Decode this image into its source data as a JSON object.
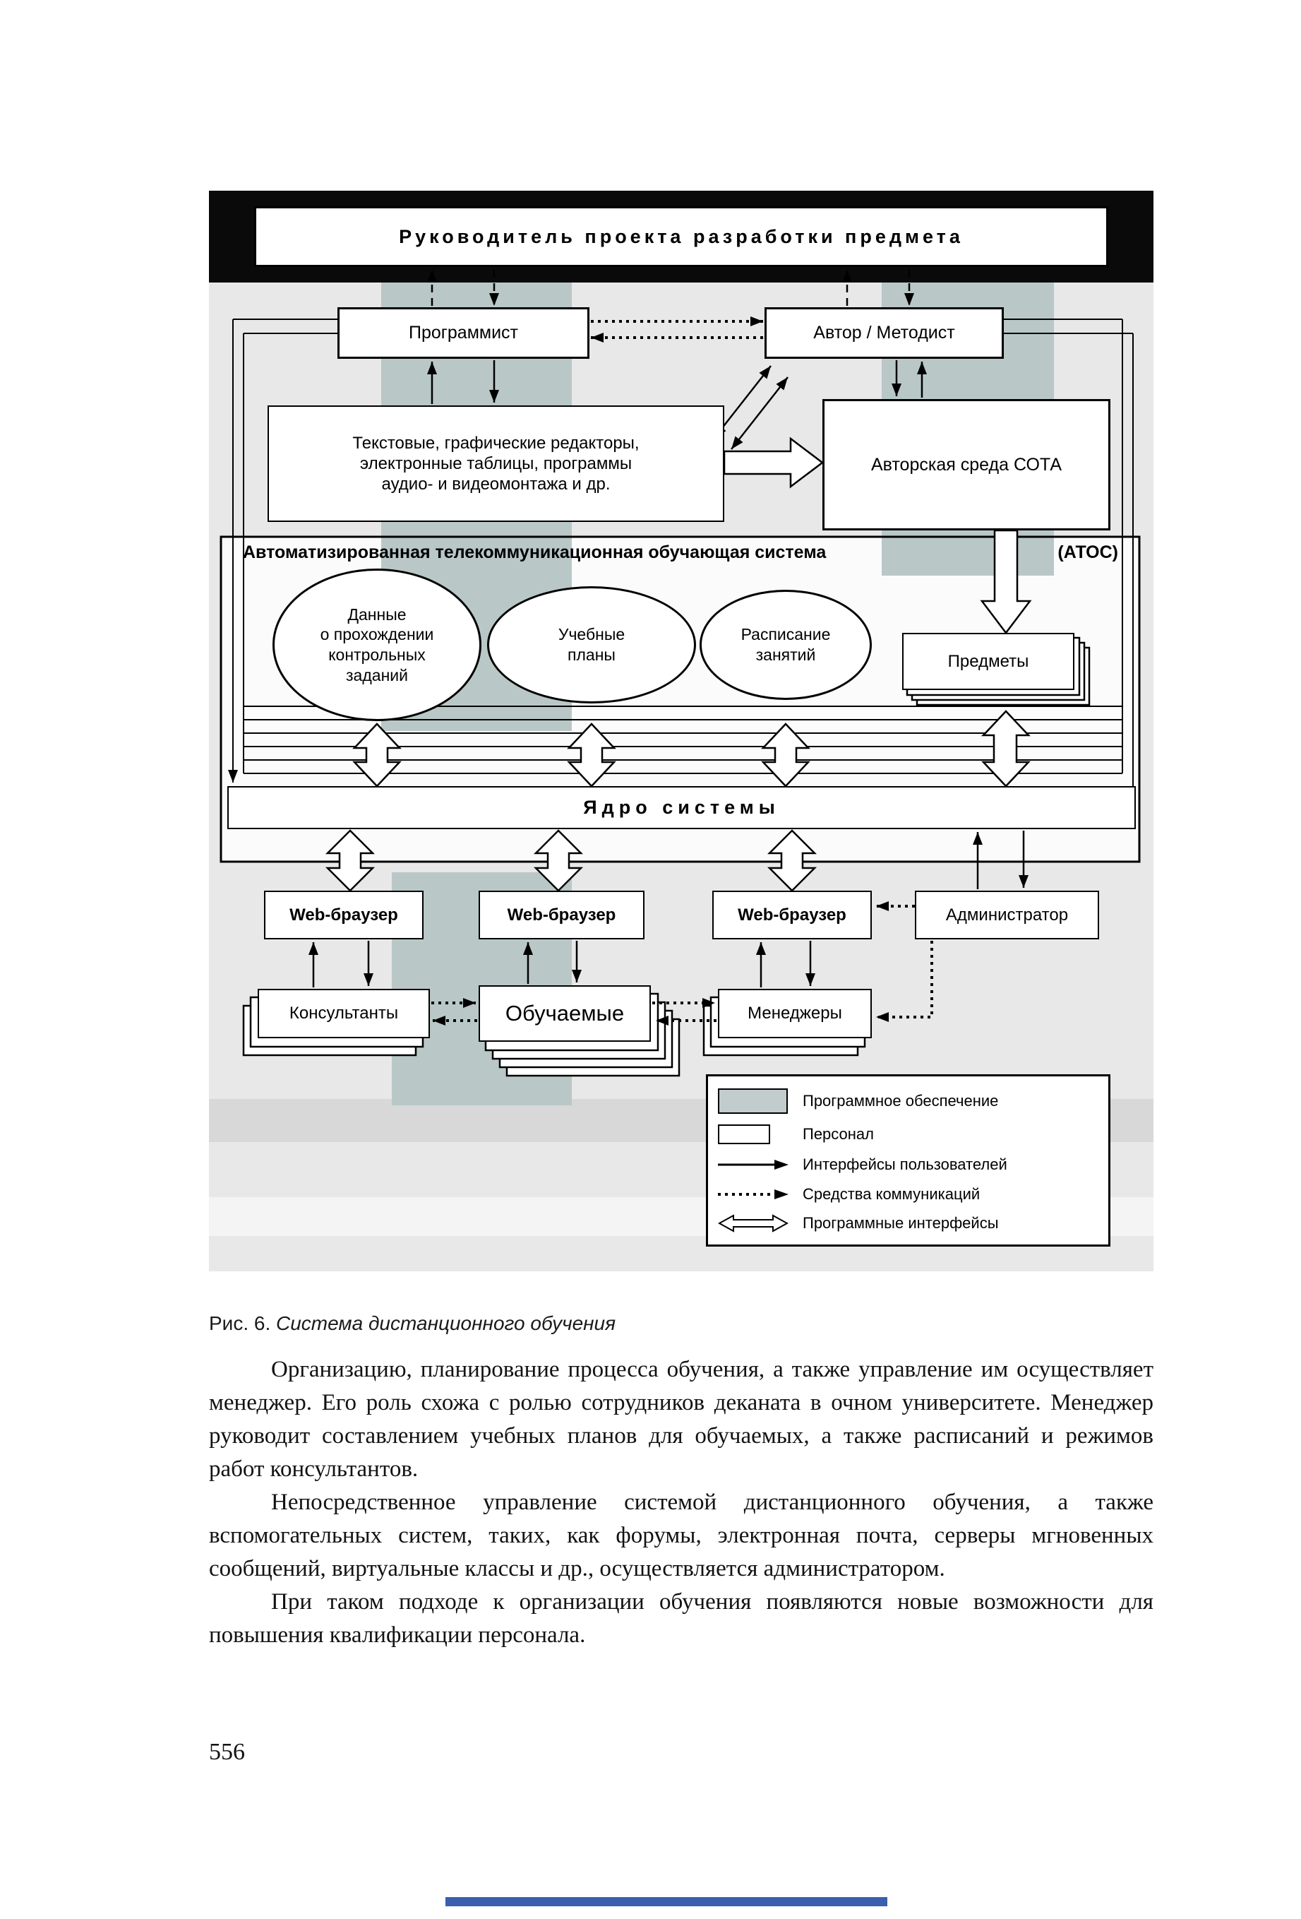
{
  "figure": {
    "caption_label": "Рис. 6.",
    "caption_title": "Система дистанционного обучения"
  },
  "text": {
    "paragraphs": [
      "Организацию, планирование процесса обучения, а также управление им осуществляет менеджер. Его роль схожа с ролью сотрудников деканата в очном университете. Менеджер руководит составлением учебных планов для обучаемых, а также расписаний и режимов работ консультантов.",
      "Непосредственное управление системой дистанционного обучения, а также вспомогательных систем, таких, как форумы, электронная почта, серверы мгновенных сообщений, виртуальные классы и др., осуществляется администратором.",
      "При таком подходе к организации обучения появляются новые возможности для повышения квалификации персонала."
    ],
    "page_number": "556"
  },
  "diagram": {
    "title": "Руководитель проекта разработки предмета",
    "nodes": {
      "programmer": "Программист",
      "author": "Автор / Методист",
      "editors_lines": [
        "Текстовые, графические редакторы,",
        "электронные таблицы, программы",
        "аудио- и видеомонтажа и др."
      ],
      "sota": "Авторская среда  СОТА",
      "atos_title": "Автоматизированная телекоммуникационная обучающая система",
      "atos_abbr": "(АТОС)",
      "cloud_data_lines": [
        "Данные",
        "о прохождении",
        "контрольных",
        "заданий"
      ],
      "cloud_plans_lines": [
        "Учебные",
        "планы"
      ],
      "cloud_schedule_lines": [
        "Расписание",
        "занятий"
      ],
      "subjects": "Предметы",
      "core": "Ядро системы",
      "web_browser": "Web-браузер",
      "administrator": "Администратор",
      "consultants": "Консультанты",
      "students": "Обучаемые",
      "managers": "Менеджеры"
    },
    "legend": {
      "items": [
        {
          "symbol": "software-swatch",
          "label": "Программное обеспечение"
        },
        {
          "symbol": "person-swatch",
          "label": "Персонал"
        },
        {
          "symbol": "solid-arrow",
          "label": "Интерфейсы пользователей"
        },
        {
          "symbol": "dotted-arrow",
          "label": "Средства коммуникаций"
        },
        {
          "symbol": "block-arrow",
          "label": "Программные интерфейсы"
        }
      ]
    },
    "colors": {
      "software_band": "#b9c7c7",
      "diagram_bg": "#e8e8e8",
      "bottom_strip_blue": "#3b5fae"
    }
  }
}
